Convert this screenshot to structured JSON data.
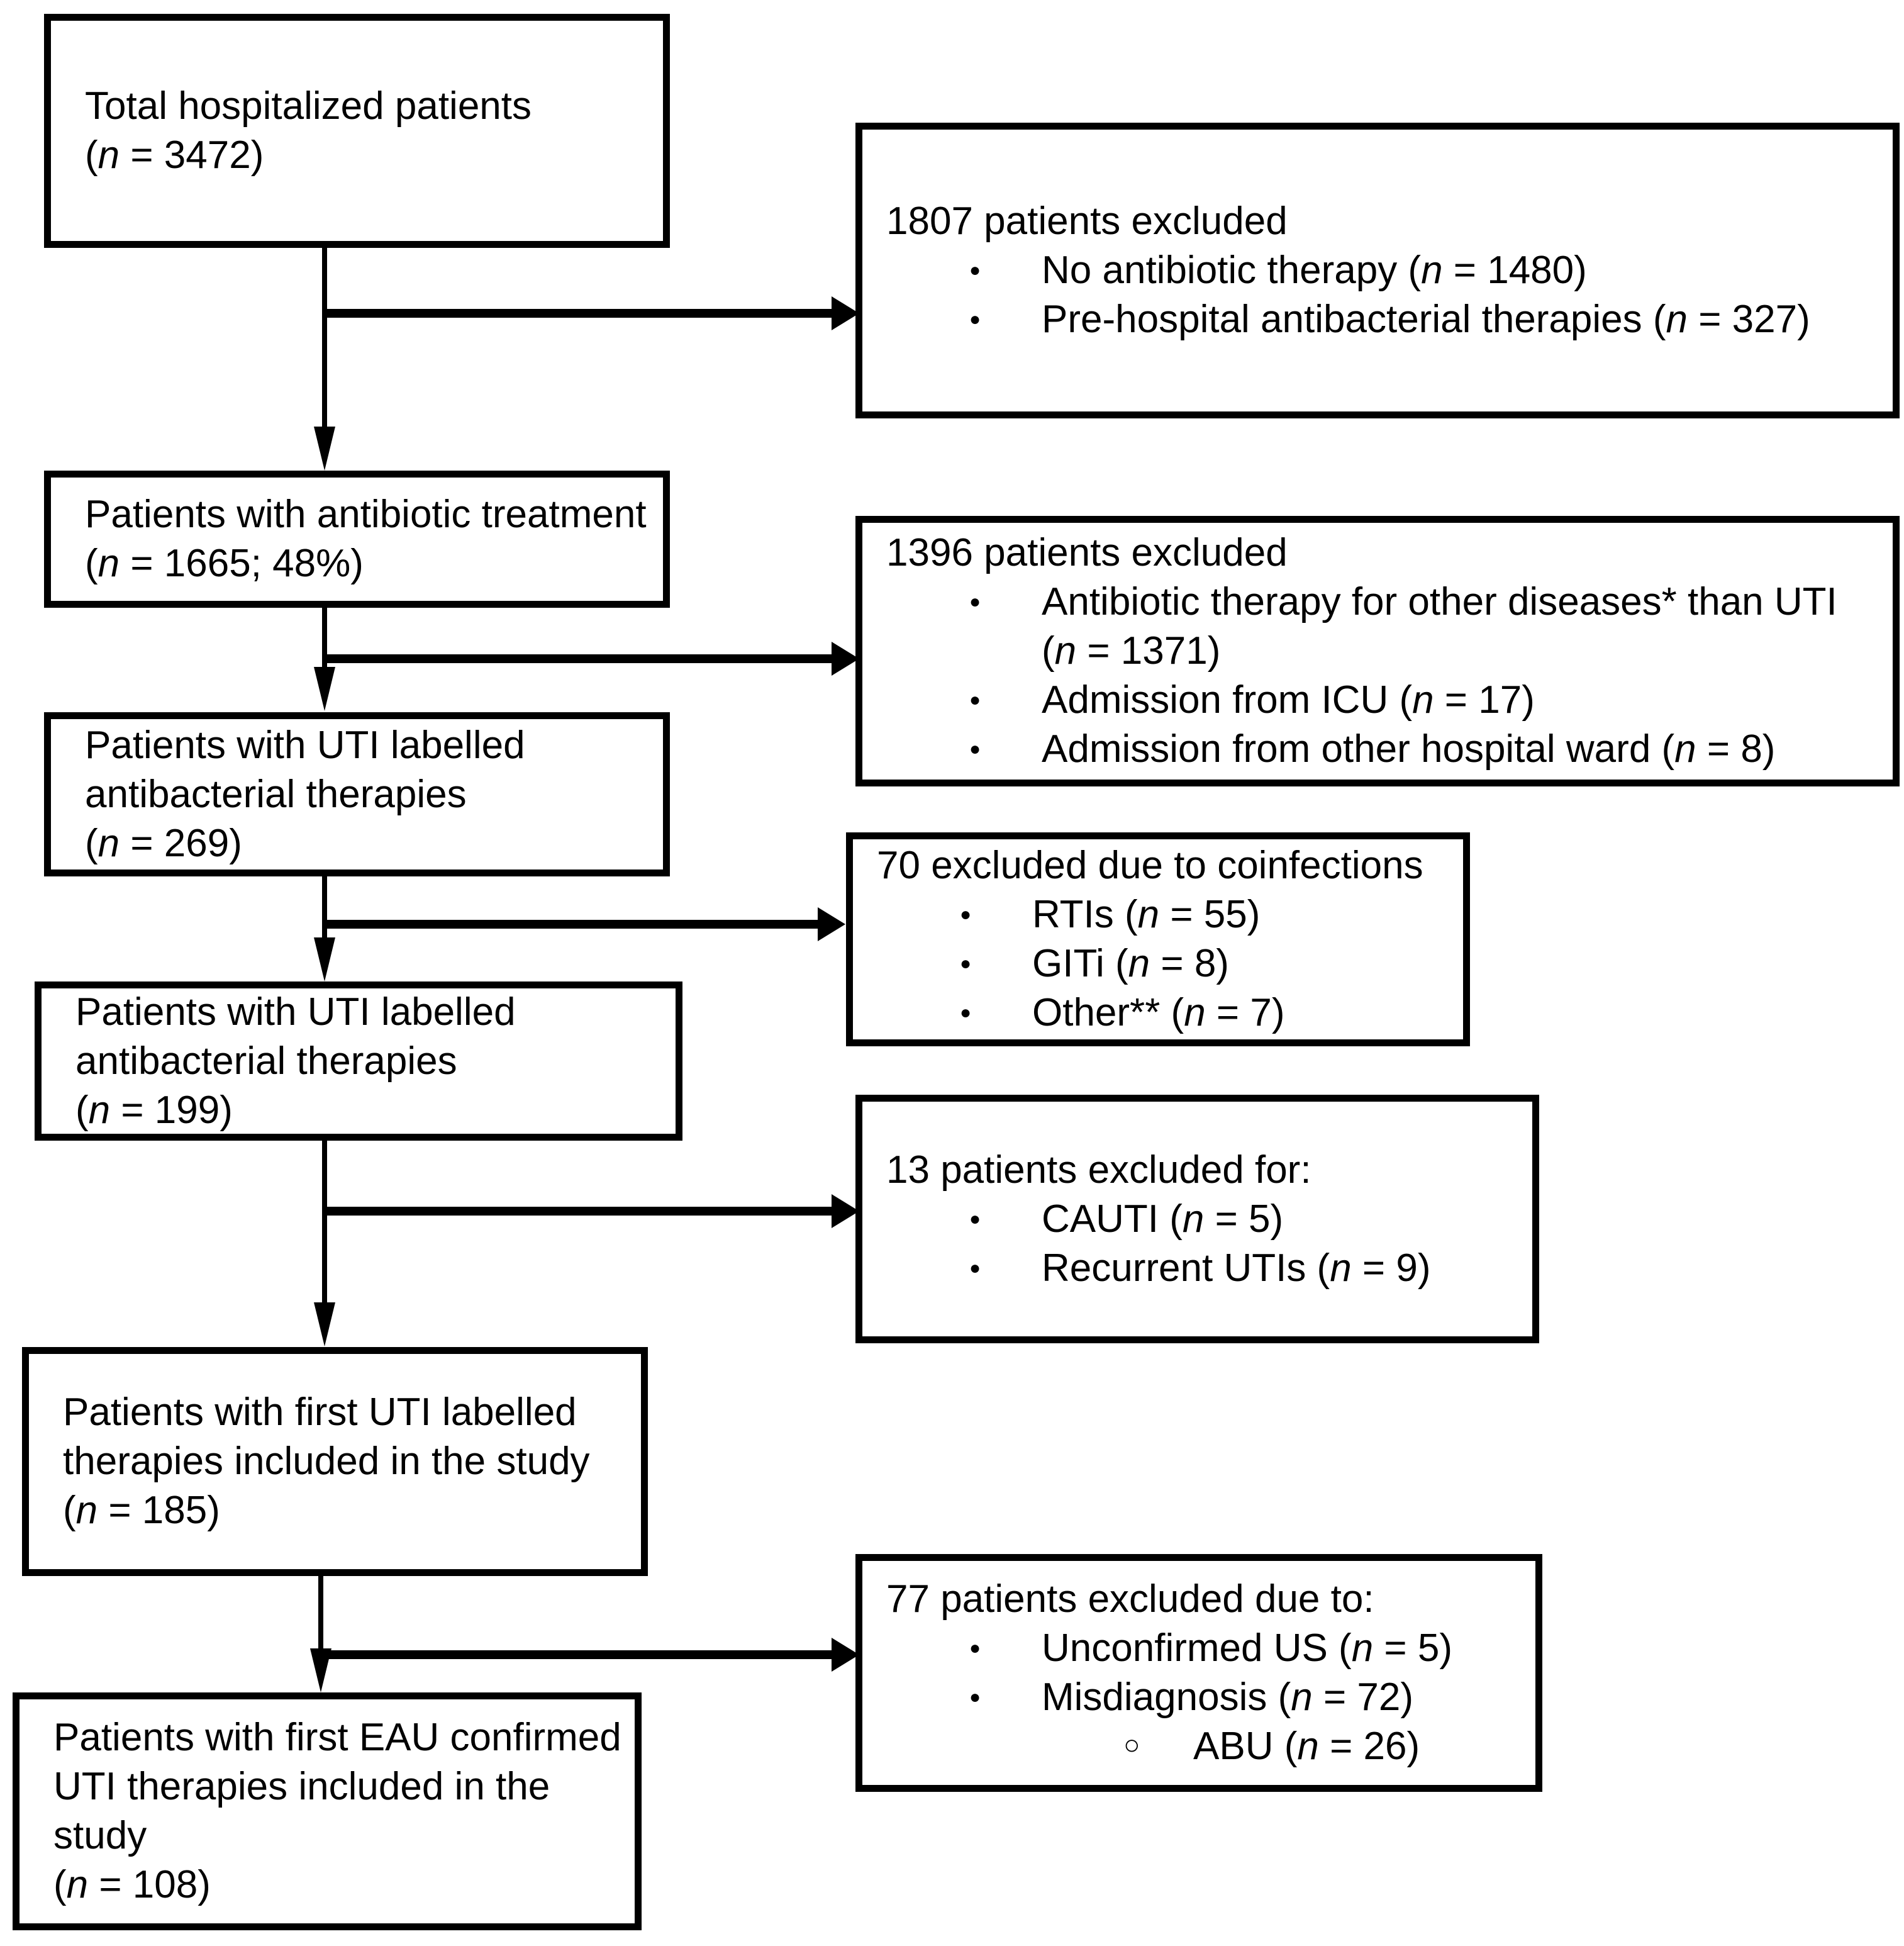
{
  "colors": {
    "background": "#ffffff",
    "box_border": "#000000",
    "text": "#000000",
    "arrow": "#000000"
  },
  "flow": [
    {
      "name": "total-hospitalized",
      "lines": [
        "Total hospitalized patients",
        "(n = 3472)"
      ]
    },
    {
      "name": "antibiotic-treatment",
      "lines": [
        "Patients with antibiotic treatment",
        "(n = 1665; 48%)"
      ]
    },
    {
      "name": "uti-labelled-269",
      "lines": [
        "Patients with UTI labelled",
        "antibacterial therapies",
        "(n = 269)"
      ]
    },
    {
      "name": "uti-labelled-199",
      "lines": [
        "Patients with UTI labelled",
        "antibacterial therapies",
        "(n = 199)"
      ]
    },
    {
      "name": "first-uti-labelled-185",
      "lines": [
        "Patients with first UTI labelled",
        "therapies included in the study",
        "(n = 185)"
      ]
    },
    {
      "name": "first-eau-confirmed-108",
      "lines": [
        "Patients with first EAU confirmed",
        "UTI therapies included in the",
        "study",
        "(n = 108)"
      ]
    }
  ],
  "exclusions": [
    {
      "name": "excluded-1807",
      "title": "1807 patients excluded",
      "bullets": [
        "No antibiotic therapy (n = 1480)",
        "Pre-hospital antibacterial therapies (n = 327)"
      ]
    },
    {
      "name": "excluded-1396",
      "title": "1396 patients excluded",
      "bullets": [
        "Antibiotic therapy for other diseases* than UTI\n(n = 1371)",
        "Admission from ICU (n = 17)",
        "Admission from other hospital ward (n = 8)"
      ]
    },
    {
      "name": "excluded-70-coinfections",
      "title": "70 excluded due to coinfections",
      "bullets": [
        "RTIs (n = 55)",
        "GITi (n = 8)",
        "Other** (n = 7)"
      ]
    },
    {
      "name": "excluded-13",
      "title": "13 patients excluded for:",
      "bullets": [
        "CAUTI (n = 5)",
        "Recurrent UTIs (n = 9)"
      ]
    },
    {
      "name": "excluded-77",
      "title": "77 patients excluded due to:",
      "bullets": [
        "Unconfirmed US (n = 5)",
        "Misdiagnosis (n = 72)"
      ],
      "sub_bullets": [
        "ABU (n = 26)"
      ]
    }
  ]
}
